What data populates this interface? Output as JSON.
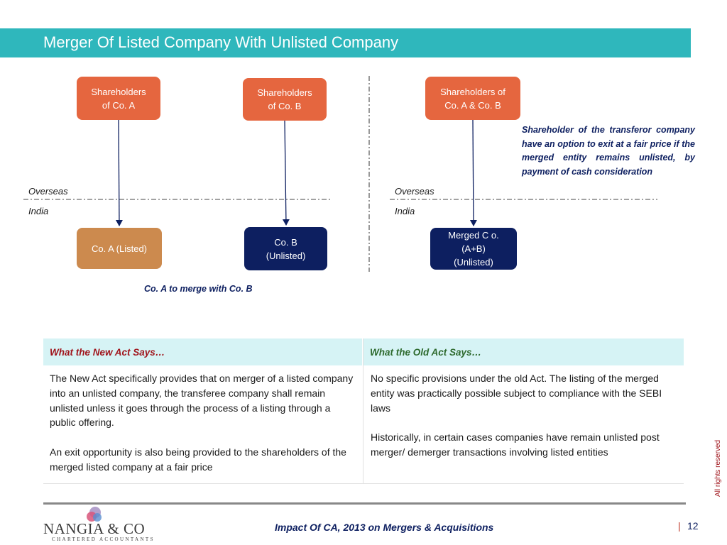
{
  "title": "Merger Of Listed Company With Unlisted Company",
  "diagram": {
    "left": {
      "shareholders_a": "Shareholders\nof Co. A",
      "shareholders_b": "Shareholders\nof Co. B",
      "company_a": "Co. A (Listed)",
      "company_b": "Co. B\n(Unlisted)",
      "overseas": "Overseas",
      "india": "India",
      "caption": "Co. A to merge with Co. B"
    },
    "right": {
      "shareholders_ab": "Shareholders of\nCo. A & Co. B",
      "merged": "Merged C o.\n(A+B)\n(Unlisted)",
      "overseas": "Overseas",
      "india": "India",
      "note": "Shareholder of the transferor company have an option to exit at a fair price if the merged entity remains unlisted, by payment of cash consideration"
    }
  },
  "table": {
    "header_new": "What the New Act Says…",
    "header_old": "What the Old Act Says…",
    "new_paragraphs": [
      "The New Act specifically provides that on merger of a listed company into an unlisted company, the transferee company shall remain unlisted unless it goes through the process of a listing through a public offering.",
      "An exit opportunity is also being provided to the shareholders of  the merged listed company at a fair price"
    ],
    "old_paragraphs": [
      "No specific provisions under the old Act. The listing of the merged entity was practically possible subject to compliance with the SEBI laws",
      "Historically, in certain cases companies have remain unlisted post merger/ demerger transactions involving listed entities"
    ]
  },
  "footer": {
    "logo_name": "NANGIA & CO",
    "logo_sub": "CHARTERED ACCOUNTANTS",
    "text": "Impact Of CA, 2013 on Mergers & Acquisitions",
    "separator": "|",
    "page_number": "12",
    "rights": "All rights reserved"
  },
  "colors": {
    "title_bar": "#2fb7bc",
    "shareholder_box": "#e5663f",
    "listed_box": "#cc8a4e",
    "unlisted_box": "#0d1f60",
    "header_fill": "#d6f3f5"
  }
}
